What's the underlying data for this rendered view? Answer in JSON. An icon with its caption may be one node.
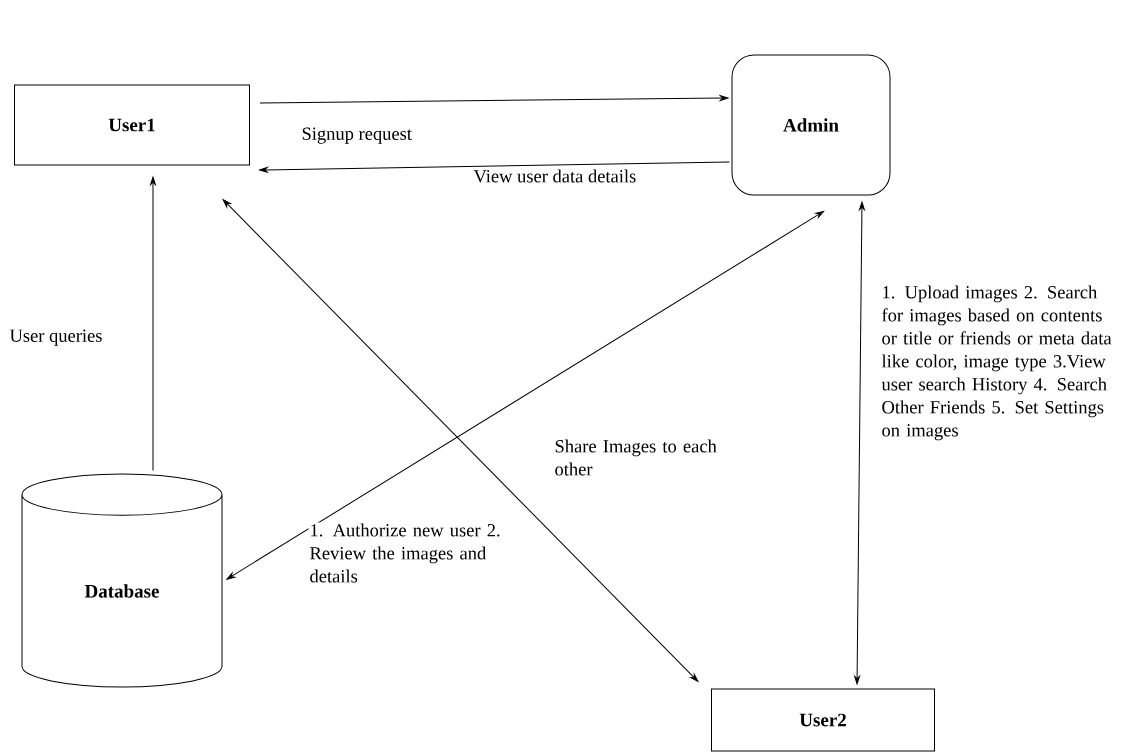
{
  "diagram": {
    "nodes": [
      {
        "text": [
          "User1"
        ]
      },
      {
        "text": [
          "Admin"
        ]
      },
      {
        "text": [
          "Database"
        ]
      },
      {
        "text": [
          "User2"
        ]
      }
    ],
    "edges": [
      {
        "from": 0,
        "to": 1,
        "arrow": "to",
        "label": "Signup request"
      },
      {
        "from": 1,
        "to": 0,
        "arrow": "to",
        "label": "View user data details"
      },
      {
        "from": 2,
        "to": 0,
        "arrow": "to",
        "label": "User queries"
      },
      {
        "from": 1,
        "to": 2,
        "arrow": "both",
        "label": "1. Authorize new user 2. Review the images and details"
      },
      {
        "from": 0,
        "to": 3,
        "arrow": "both",
        "label": "Share Images to each other"
      },
      {
        "from": 1,
        "to": 3,
        "arrow": "both",
        "label": "1. Upload images 2. Search for images based on contents or title or friends or meta data like color, image type 3.View user search History 4. Search Other Friends 5. Set Settings on images"
      }
    ]
  }
}
